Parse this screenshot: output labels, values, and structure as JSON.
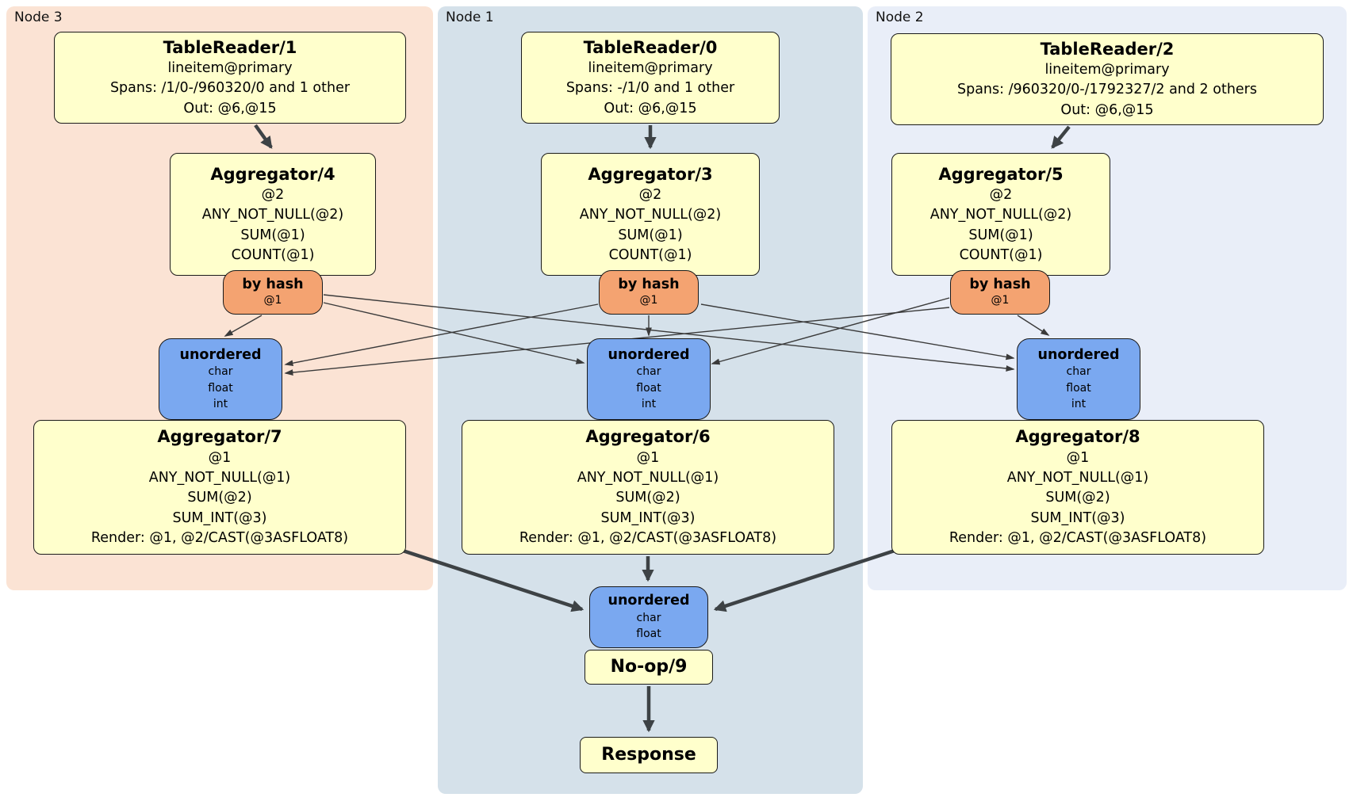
{
  "colors": {
    "canvas-bg": "#ffffff",
    "node3-bg": "#fbe3d4",
    "node1-bg": "#d5e1ea",
    "node2-bg": "#e9eef8",
    "processor-bg": "#ffffcc",
    "router-bg": "#f4a371",
    "sync-bg": "#7aa8f0",
    "box-border": "#1a1a1a",
    "edge": "#3d4245"
  },
  "regions": {
    "node3": {
      "label": "Node 3"
    },
    "node1": {
      "label": "Node 1"
    },
    "node2": {
      "label": "Node 2"
    }
  },
  "processors": {
    "tr1": {
      "title": "TableReader/1",
      "lines": [
        "lineitem@primary",
        "Spans: /1/0-/960320/0 and 1 other",
        "Out: @6,@15"
      ]
    },
    "tr0": {
      "title": "TableReader/0",
      "lines": [
        "lineitem@primary",
        "Spans: -/1/0 and 1 other",
        "Out: @6,@15"
      ]
    },
    "tr2": {
      "title": "TableReader/2",
      "lines": [
        "lineitem@primary",
        "Spans: /960320/0-/1792327/2 and 2 others",
        "Out: @6,@15"
      ]
    },
    "agg4": {
      "title": "Aggregator/4",
      "lines": [
        "@2",
        "ANY_NOT_NULL(@2)",
        "SUM(@1)",
        "COUNT(@1)"
      ]
    },
    "agg3": {
      "title": "Aggregator/3",
      "lines": [
        "@2",
        "ANY_NOT_NULL(@2)",
        "SUM(@1)",
        "COUNT(@1)"
      ]
    },
    "agg5": {
      "title": "Aggregator/5",
      "lines": [
        "@2",
        "ANY_NOT_NULL(@2)",
        "SUM(@1)",
        "COUNT(@1)"
      ]
    },
    "agg7": {
      "title": "Aggregator/7",
      "lines": [
        "@1",
        "ANY_NOT_NULL(@1)",
        "SUM(@2)",
        "SUM_INT(@3)",
        "Render: @1, @2/CAST(@3ASFLOAT8)"
      ]
    },
    "agg6": {
      "title": "Aggregator/6",
      "lines": [
        "@1",
        "ANY_NOT_NULL(@1)",
        "SUM(@2)",
        "SUM_INT(@3)",
        "Render: @1, @2/CAST(@3ASFLOAT8)"
      ]
    },
    "agg8": {
      "title": "Aggregator/8",
      "lines": [
        "@1",
        "ANY_NOT_NULL(@1)",
        "SUM(@2)",
        "SUM_INT(@3)",
        "Render: @1, @2/CAST(@3ASFLOAT8)"
      ]
    },
    "noop": {
      "title": "No-op/9"
    },
    "response": {
      "title": "Response"
    }
  },
  "routers": {
    "hash4": {
      "title": "by hash",
      "detail": "@1"
    },
    "hash3": {
      "title": "by hash",
      "detail": "@1"
    },
    "hash5": {
      "title": "by hash",
      "detail": "@1"
    }
  },
  "syncs": {
    "un7": {
      "title": "unordered",
      "streams": [
        "char",
        "float",
        "int"
      ]
    },
    "un6": {
      "title": "unordered",
      "streams": [
        "char",
        "float",
        "int"
      ]
    },
    "un8": {
      "title": "unordered",
      "streams": [
        "char",
        "float",
        "int"
      ]
    },
    "unfinal": {
      "title": "unordered",
      "streams": [
        "char",
        "float"
      ]
    }
  }
}
